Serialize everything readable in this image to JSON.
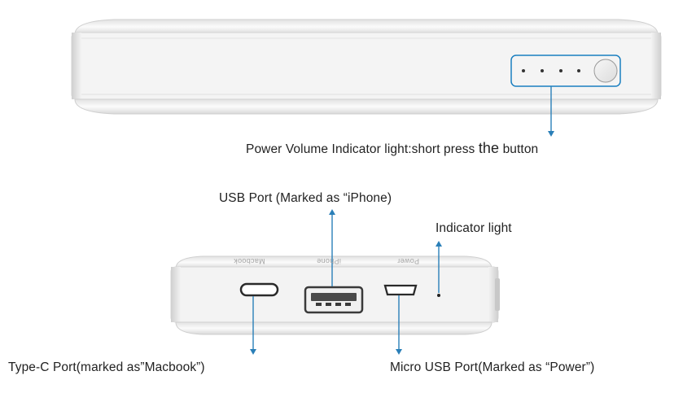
{
  "labels": {
    "power_volume_prefix": "Power Volume Indicator light:short press ",
    "power_volume_the": "the",
    "power_volume_suffix": " button",
    "usb_port": "USB Port (Marked as “iPhone)",
    "indicator_light": "Indicator light",
    "type_c_port": "Type-C Port(marked as”Macbook”)",
    "micro_usb_port": "Micro USB Port(Marked as “Power”)"
  },
  "engravings": {
    "macbook": "Macbook",
    "iphone": "iPhone",
    "power": "Power"
  },
  "colors": {
    "callout": "#1a7fc0",
    "arrow": "#2a7fb8",
    "body": "#f1f1f1",
    "bezel": "#d9d9d9"
  },
  "indicator_dots_count": 4
}
